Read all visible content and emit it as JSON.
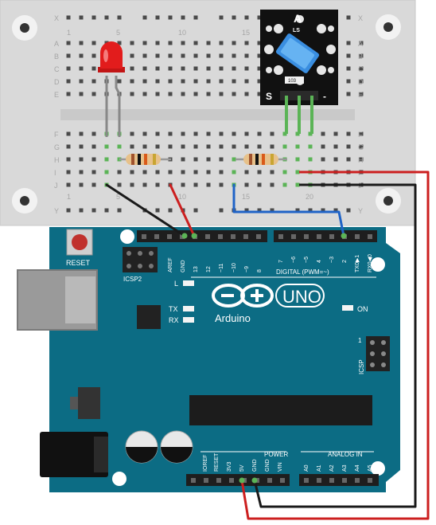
{
  "breadboard": {
    "row_letters_top": [
      "X",
      "A",
      "B",
      "C",
      "D",
      "E"
    ],
    "row_letters_bottom": [
      "F",
      "G",
      "H",
      "I",
      "J",
      "Y"
    ],
    "col_numbers": [
      "1",
      "5",
      "10",
      "15",
      "20"
    ]
  },
  "led": {
    "color": "#e21c1c"
  },
  "sensor_module": {
    "title": "A",
    "sub_label": "LS",
    "resistor_code": "103",
    "pin_labels": [
      "S",
      "-"
    ]
  },
  "arduino": {
    "model": "UNO",
    "brand": "Arduino",
    "reset_label": "RESET",
    "icsp2_label": "ICSP2",
    "icsp_label": "ICSP",
    "icsp_pin1": "1",
    "digital_label": "DIGITAL (PWM=~)",
    "power_label": "POWER",
    "analog_label": "ANALOG IN",
    "led_labels": {
      "l": "L",
      "tx": "TX",
      "rx": "RX",
      "on": "ON"
    },
    "top_header_pins": [
      "AREF",
      "GND",
      "13",
      "12",
      "~11",
      "~10",
      "~9",
      "8",
      "7",
      "~6",
      "~5",
      "4",
      "~3",
      "2",
      "TX0▶1",
      "RX0◀0"
    ],
    "power_pins": [
      "IOREF",
      "RESET",
      "3V3",
      "5V",
      "GND",
      "GND",
      "VIN"
    ],
    "analog_pins": [
      "A0",
      "A1",
      "A2",
      "A3",
      "A4",
      "A5"
    ]
  },
  "wire_colors": {
    "red": "#cc1f1f",
    "black": "#1a1a1a",
    "blue": "#1f63c7",
    "green": "#5bb456",
    "board": "#0c6c84"
  }
}
